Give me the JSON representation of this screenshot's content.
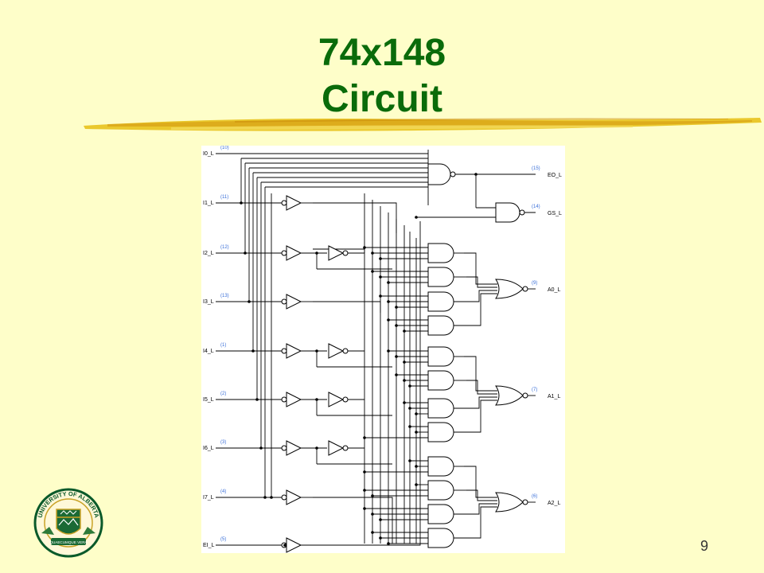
{
  "slide": {
    "title_line1": "74x148",
    "title_line2": "Circuit",
    "page_number": "9",
    "title_color": "#0a6b0a",
    "background_color": "#fefec9",
    "accent_color": "#e8c21c"
  },
  "circuit": {
    "inputs": [
      {
        "label": "I0_L",
        "pin": "(10)"
      },
      {
        "label": "I1_L",
        "pin": "(11)"
      },
      {
        "label": "I2_L",
        "pin": "(12)"
      },
      {
        "label": "I3_L",
        "pin": "(13)"
      },
      {
        "label": "I4_L",
        "pin": "(1)"
      },
      {
        "label": "I5_L",
        "pin": "(2)"
      },
      {
        "label": "I6_L",
        "pin": "(3)"
      },
      {
        "label": "I7_L",
        "pin": "(4)"
      },
      {
        "label": "EI_L",
        "pin": "(5)"
      }
    ],
    "outputs": [
      {
        "label": "EO_L",
        "pin": "(15)"
      },
      {
        "label": "GS_L",
        "pin": "(14)"
      },
      {
        "label": "A0_L",
        "pin": "(9)"
      },
      {
        "label": "A1_L",
        "pin": "(7)"
      },
      {
        "label": "A2_L",
        "pin": "(6)"
      }
    ]
  },
  "logo": {
    "top_text": "UNIVERSITY OF ALBERTA",
    "motto": "QUAECUMQUE VERA",
    "icon": "university-crest-icon"
  }
}
